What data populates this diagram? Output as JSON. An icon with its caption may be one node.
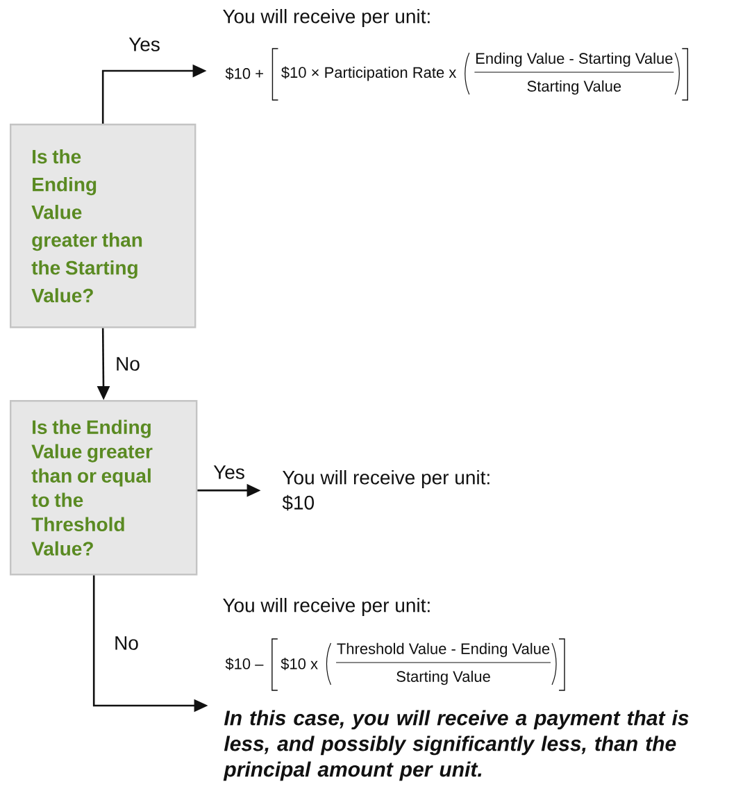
{
  "diagram": {
    "nodes": [
      {
        "text": [
          "Is the Ending Value greater than the Starting Value?"
        ]
      },
      {
        "text": [
          "You will receive per unit:",
          "$10 +",
          "$10 × Participation Rate x",
          "Ending Value - Starting Value",
          "Starting Value"
        ]
      },
      {
        "text": [
          "Is the Ending Value greater than or equal to the Threshold Value?"
        ]
      },
      {
        "text": [
          "You will receive per unit:",
          "$10"
        ]
      },
      {
        "text": [
          "You will receive per unit:",
          "$10 –",
          "$10 x",
          "Threshold Value - Ending Value",
          "Starting Value",
          "In this case, you will receive a payment that is less, and possibly significantly less, than the principal amount per unit."
        ]
      }
    ],
    "edges": [
      {
        "from": 0,
        "to": 1,
        "arrow": "to",
        "label": "Yes"
      },
      {
        "from": 0,
        "to": 2,
        "arrow": "to",
        "label": "No"
      },
      {
        "from": 2,
        "to": 3,
        "arrow": "to",
        "label": "Yes"
      },
      {
        "from": 2,
        "to": 4,
        "arrow": "to",
        "label": "No"
      }
    ]
  }
}
